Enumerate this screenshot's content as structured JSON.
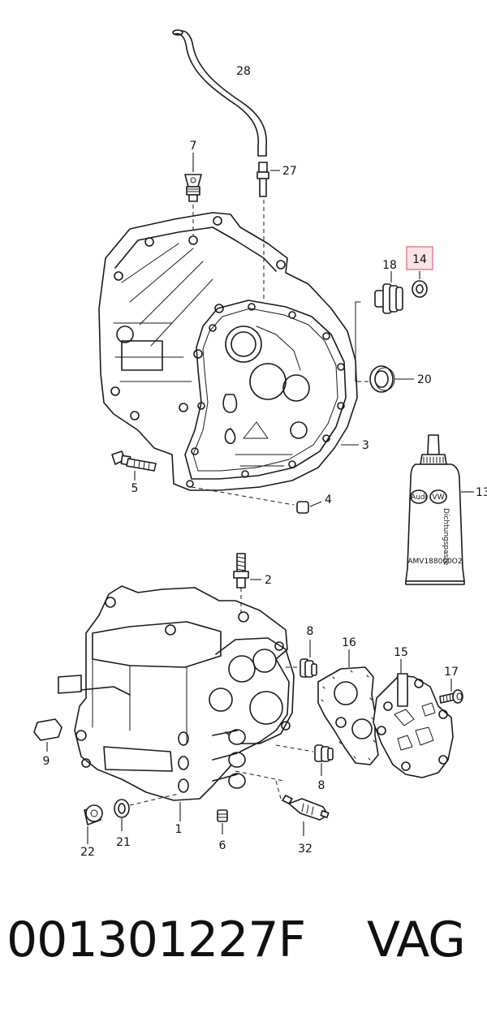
{
  "diagram": {
    "callouts": {
      "c1": "1",
      "c2": "2",
      "c3": "3",
      "c4": "4",
      "c5": "5",
      "c6": "6",
      "c7": "7",
      "c8a": "8",
      "c8b": "8",
      "c9": "9",
      "c13": "13",
      "c14": "14",
      "c15": "15",
      "c16": "16",
      "c17": "17",
      "c18": "18",
      "c20": "20",
      "c21": "21",
      "c22": "22",
      "c27": "27",
      "c28": "28",
      "c32": "32"
    },
    "highlighted_callout": "14",
    "sealant_tube": {
      "logo_left": "Audi",
      "logo_right": "VW",
      "label_vertical": "Dichtungspaste",
      "code": "AMV188000O2"
    }
  },
  "footer": {
    "part_number": "001301227F",
    "brand": "VAG"
  }
}
